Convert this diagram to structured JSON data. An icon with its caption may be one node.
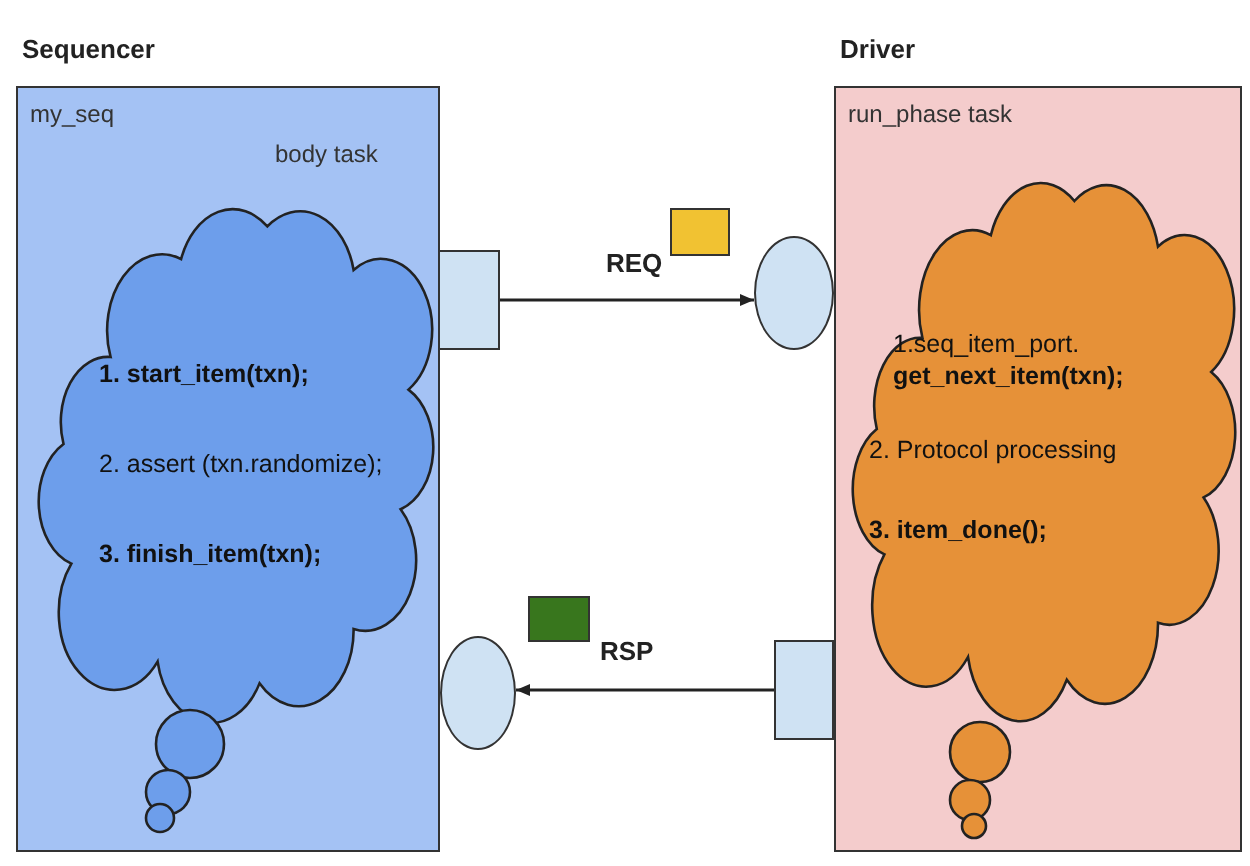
{
  "diagram": {
    "nodes": [
      {
        "text": [
          "Sequencer",
          "my_seq"
        ]
      },
      {
        "text": [
          "body task",
          "**1.  start_item(txn);**",
          "2.  assert (txn.randomize);",
          "**3.  finish_item(txn);**"
        ],
        "in": 0
      },
      {
        "text": [],
        "shape": "box"
      },
      {
        "text": [],
        "shape": "circle"
      },
      {
        "text": [
          "Driver",
          "run_phase task"
        ]
      },
      {
        "text": [
          "1.seq_item_port. **get_next_item(txn);**",
          "2.  Protocol processing",
          "**3. item_done();**"
        ],
        "in": 4
      },
      {
        "text": [],
        "shape": "box"
      },
      {
        "text": [],
        "shape": "circle"
      }
    ],
    "edges": [
      {
        "from": 2,
        "to": 3,
        "arrow": "to",
        "label": "REQ"
      },
      {
        "from": 6,
        "to": 7,
        "arrow": "to",
        "label": "RSP"
      }
    ]
  }
}
